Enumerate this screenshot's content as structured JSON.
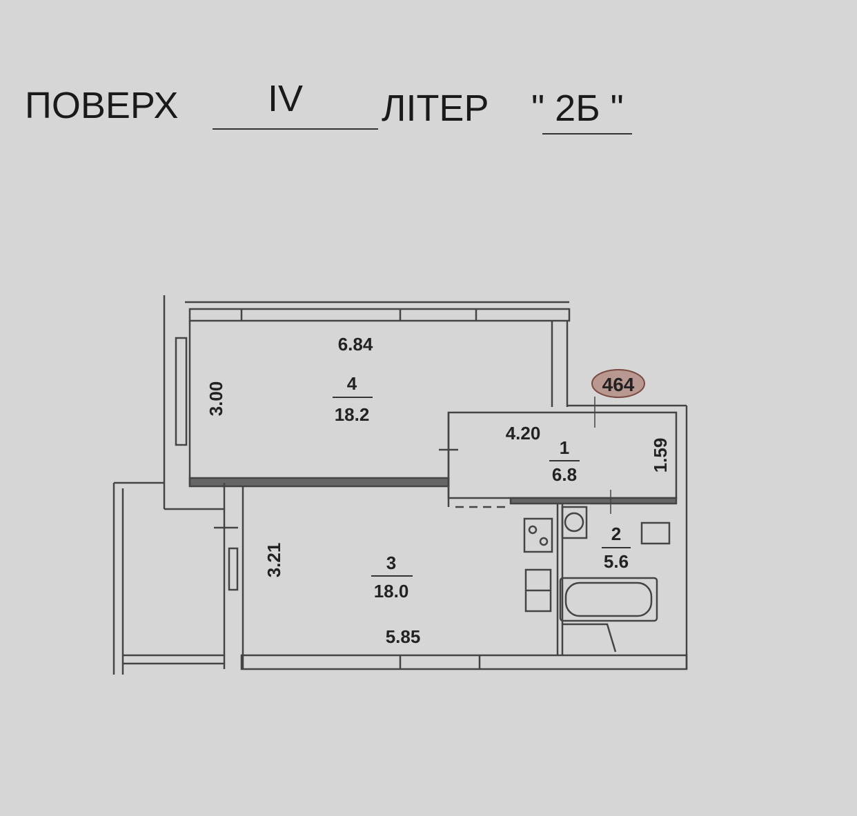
{
  "header": {
    "floor_label": "ПОВЕРХ",
    "floor_value": "IV",
    "letter_label": "ЛІТЕР",
    "letter_value": "\" 2Б \""
  },
  "plan": {
    "apartment_number": "464",
    "rooms": [
      {
        "number": "1",
        "area": "6.8",
        "dims": [
          "4.20",
          "1.59"
        ]
      },
      {
        "number": "2",
        "area": "5.6",
        "dims": []
      },
      {
        "number": "3",
        "area": "18.0",
        "dims": [
          "5.85",
          "3.21"
        ]
      },
      {
        "number": "4",
        "area": "18.2",
        "dims": [
          "6.84",
          "3.00"
        ]
      }
    ]
  }
}
